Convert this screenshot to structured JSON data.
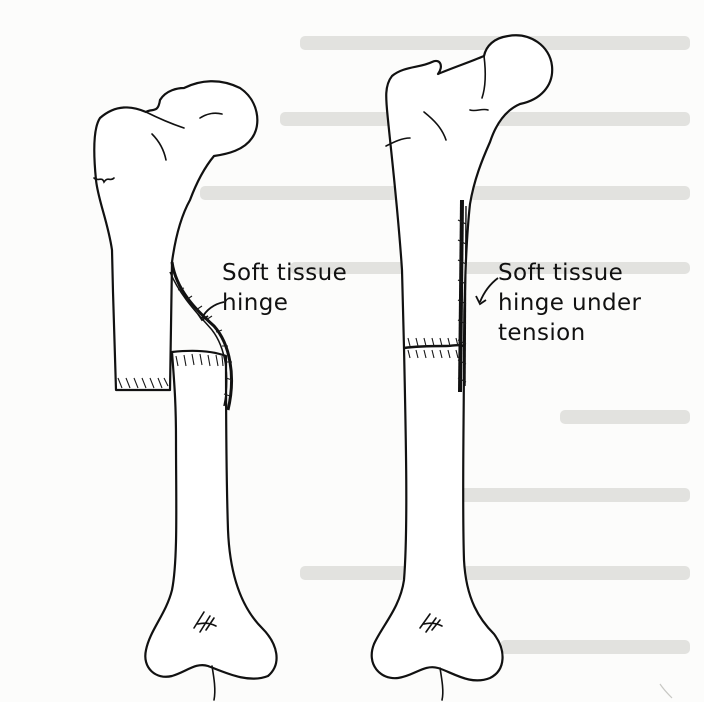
{
  "diagram": {
    "labels": {
      "left": [
        "Soft tissue",
        "hinge"
      ],
      "right": [
        "Soft tissue",
        "hinge under",
        "tension"
      ]
    },
    "colors": {
      "ink": "#111111",
      "paper": "#fcfcfb",
      "bleed_through": "#d9d9d6"
    }
  }
}
